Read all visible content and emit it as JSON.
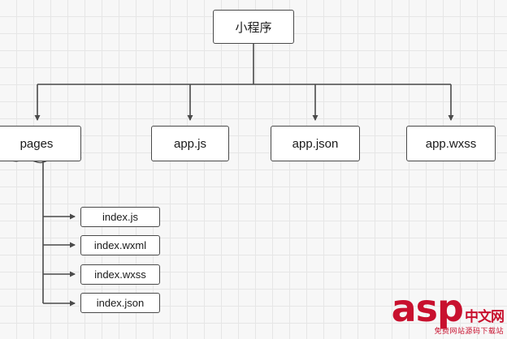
{
  "diagram": {
    "type": "tree",
    "root": {
      "label": "小程序"
    },
    "level1": [
      {
        "label": "pages"
      },
      {
        "label": "app.js"
      },
      {
        "label": "app.json"
      },
      {
        "label": "app.wxss"
      }
    ],
    "level2_parent": "pages",
    "level2": [
      {
        "label": "index.js"
      },
      {
        "label": "index.wxml"
      },
      {
        "label": "index.wxss"
      },
      {
        "label": "index.json"
      }
    ],
    "colors": {
      "node_border": "#4a4a4a",
      "node_fill": "#ffffff",
      "edge": "#4a4a4a",
      "grid": "#e6e6e6",
      "background": "#f7f7f7",
      "watermark": "#c8102e"
    }
  },
  "watermark": {
    "main": "asp",
    "cn": "中文网",
    "sub": "免费网站源码下载站"
  }
}
